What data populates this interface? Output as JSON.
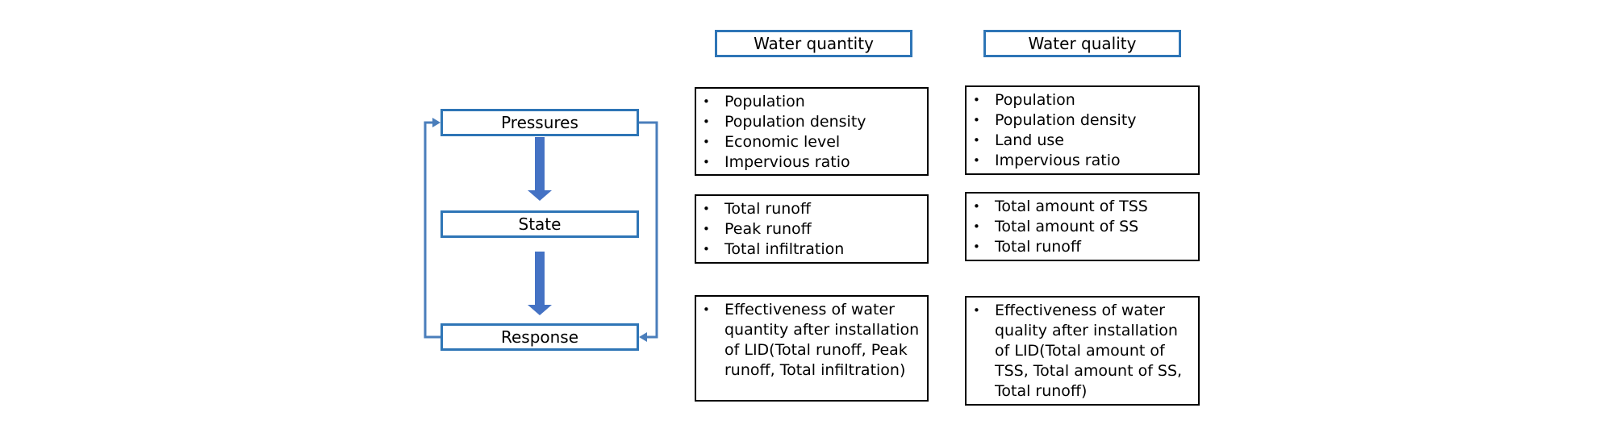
{
  "stages": {
    "pressures": "Pressures",
    "state": "State",
    "response": "Response"
  },
  "columns": {
    "quantity": {
      "header": "Water quantity",
      "pressures": [
        "Population",
        "Population density",
        "Economic level",
        "Impervious ratio"
      ],
      "state": [
        "Total runoff",
        "Peak runoff",
        "Total infiltration"
      ],
      "response": [
        "Effectiveness of water quantity after installation of LID(Total runoff, Peak runoff, Total infiltration)"
      ]
    },
    "quality": {
      "header": "Water quality",
      "pressures": [
        "Population",
        "Population density",
        "Land use",
        "Impervious ratio"
      ],
      "state": [
        "Total amount of TSS",
        "Total amount of SS",
        "Total runoff"
      ],
      "response": [
        "Effectiveness of water quality after installation of LID(Total amount of TSS, Total amount of SS, Total runoff)"
      ]
    }
  },
  "colors": {
    "stage_border": "#2e75b6",
    "arrow_fill": "#4472c4",
    "feedback_line": "#4a7ebb",
    "box_border": "#000000"
  }
}
